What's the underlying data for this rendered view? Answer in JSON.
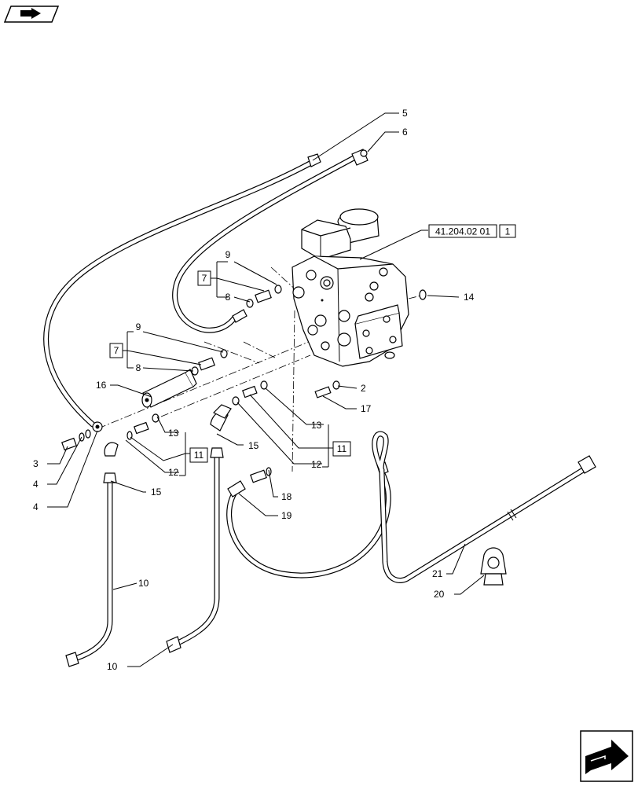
{
  "diagram": {
    "page_icon": "arrow-document-icon",
    "nav_icon": "next-page-arrow-icon",
    "reference": {
      "code": "41.204.02 01",
      "index": "1"
    },
    "callouts": {
      "c2": "2",
      "c3": "3",
      "c4a": "4",
      "c4b": "4",
      "c5": "5",
      "c6": "6",
      "c7a": "7",
      "c7b": "7",
      "c8a": "8",
      "c8b": "8",
      "c9a": "9",
      "c9b": "9",
      "c10a": "10",
      "c10b": "10",
      "c11a": "11",
      "c11b": "11",
      "c12a": "12",
      "c12b": "12",
      "c13a": "13",
      "c13b": "13",
      "c14": "14",
      "c15a": "15",
      "c15b": "15",
      "c16": "16",
      "c17": "17",
      "c18": "18",
      "c19": "19",
      "c20": "20",
      "c21": "21"
    }
  }
}
